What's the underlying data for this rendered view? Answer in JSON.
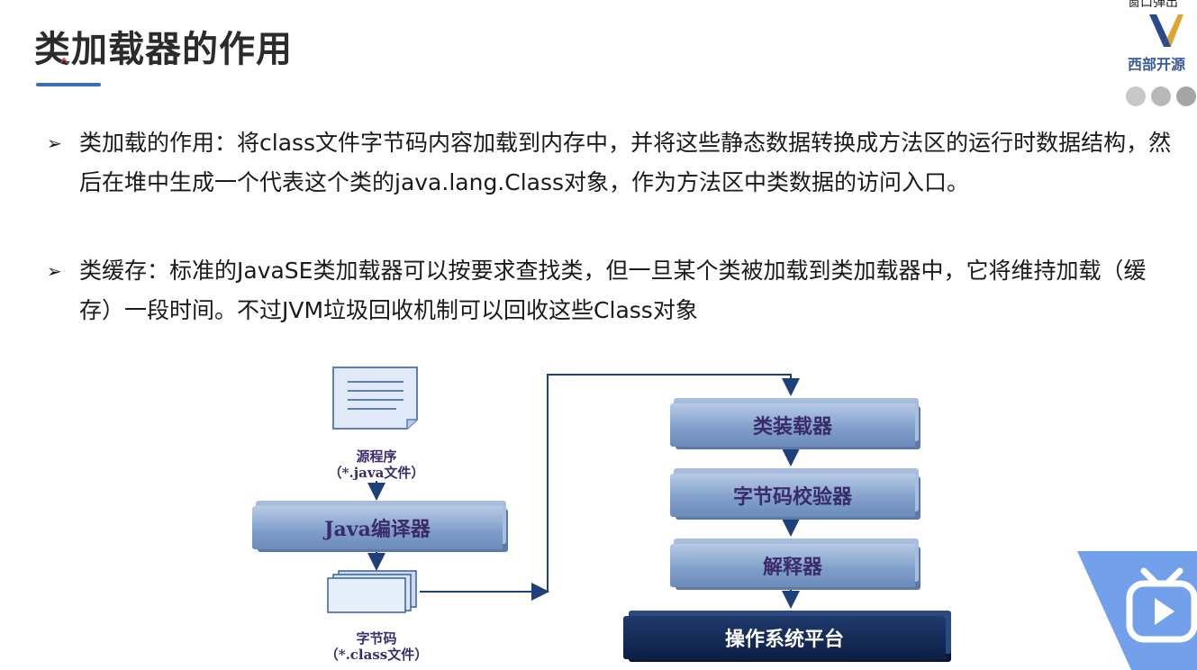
{
  "slide": {
    "title": "类加载器的作用",
    "corner_text": "窗口弹出",
    "logo_text": "西部开源",
    "bullets": [
      {
        "arrow": "➢",
        "text": "类加载的作用：将class文件字节码内容加载到内存中，并将这些静态数据转换成方法区的运行时数据结构，然后在堆中生成一个代表这个类的java.lang.Class对象，作为方法区中类数据的访问入口。"
      },
      {
        "arrow": "➢",
        "text": "类缓存：标准的JavaSE类加载器可以按要求查找类，但一旦某个类被加载到类加载器中，它将维持加载（缓存）一段时间。不过JVM垃圾回收机制可以回收这些Class对象"
      }
    ]
  },
  "diagram": {
    "source_label": "源程序",
    "source_sub": "（*.java文件）",
    "compiler": "Java编译器",
    "bytecode_label": "字节码",
    "bytecode_sub": "（*.class文件）",
    "class_loader": "类装载器",
    "bytecode_verifier": "字节码校验器",
    "interpreter": "解释器",
    "os_platform": "操作系统平台"
  },
  "colors": {
    "accent": "#3a6fb6",
    "box_blue": "#7f9dc9",
    "box_dark": "#0c1f45",
    "label_purple": "#3a2b6b",
    "bili_blue": "#5a8fe6"
  },
  "icons": [
    "bullet-arrow-icon",
    "document-icon",
    "files-icon",
    "logo-icon",
    "bilibili-icon"
  ]
}
